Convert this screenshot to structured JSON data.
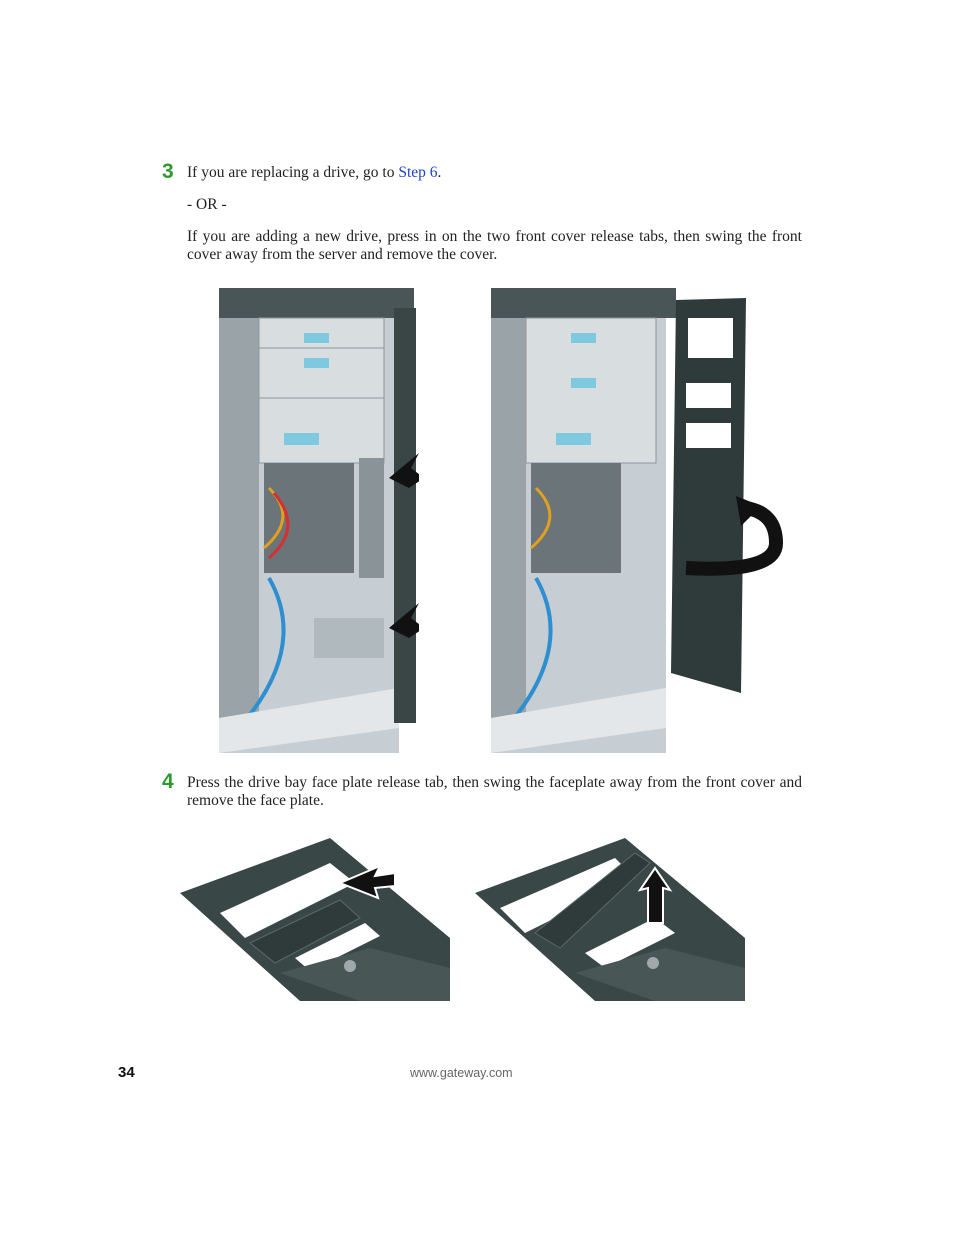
{
  "steps": [
    {
      "number": "3",
      "line1_prefix": "If you are replacing a drive, go to",
      "line1_link": "Step 6",
      "line1_suffix": ".",
      "or_text": "- OR -",
      "line2": "If you are adding a new drive, press in on the two front cover release tabs, then swing the front cover away from the server and remove the cover."
    },
    {
      "number": "4",
      "text": "Press the drive bay face plate release tab, then swing the faceplate away from the front cover and remove the face plate."
    }
  ],
  "footer": {
    "page_number": "34",
    "url": "www.gateway.com"
  },
  "colors": {
    "step_number": "#2e9a2e",
    "link": "#1f3fcf",
    "chassis": "#b8c3cb",
    "bezel": "#2f3b3b",
    "drive_tab": "#7ec9e0"
  },
  "icons": [
    "press-arrow-icon",
    "swing-arrow-icon",
    "lift-arrow-icon"
  ]
}
